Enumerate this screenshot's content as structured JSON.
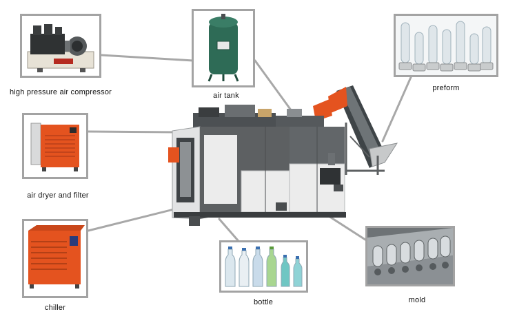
{
  "colors": {
    "frame_border": "#a3a3a3",
    "connector": "#a8a8a8",
    "machine_orange": "#e4531f",
    "machine_gray": "#5d6062",
    "tank_green": "#2e6b56"
  },
  "components": {
    "compressor": {
      "label": "high pressure air compressor",
      "icon": "air-compressor-photo"
    },
    "air_tank": {
      "label": "air tank",
      "icon": "air-tank-photo"
    },
    "preform": {
      "label": "preform",
      "icon": "preform-photo"
    },
    "air_dryer": {
      "label": "air dryer and filter",
      "icon": "air-dryer-photo"
    },
    "chiller": {
      "label": "chiller",
      "icon": "chiller-photo"
    },
    "bottle": {
      "label": "bottle",
      "icon": "bottle-photo"
    },
    "mold": {
      "label": "mold",
      "icon": "mold-photo"
    },
    "machine": {
      "icon": "blow-molding-machine-photo"
    }
  }
}
